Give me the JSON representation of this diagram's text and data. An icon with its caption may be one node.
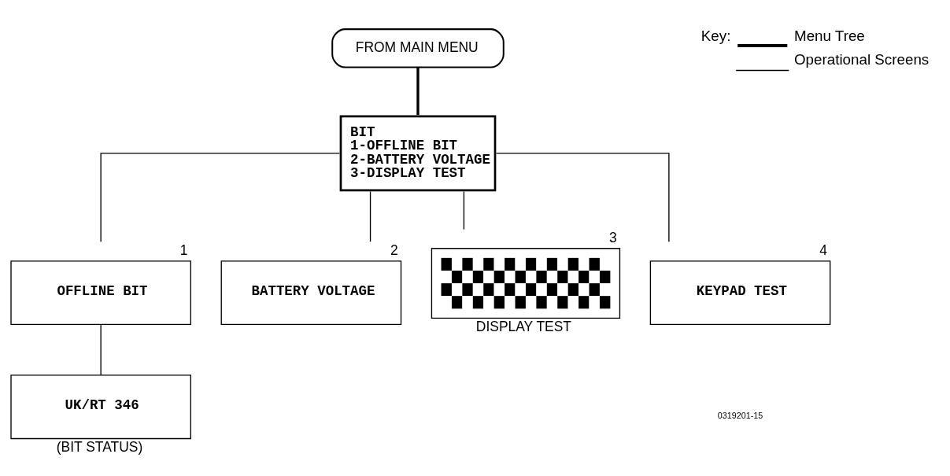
{
  "diagram": {
    "nodes": [
      {
        "text": [
          "FROM MAIN MENU"
        ]
      },
      {
        "text": [
          "BIT",
          "1-OFFLINE BIT",
          "2-BATTERY VOLTAGE",
          "3-DISPLAY TEST"
        ]
      },
      {
        "text": [
          "OFFLINE BIT"
        ],
        "beside": [
          "1"
        ]
      },
      {
        "text": [
          "BATTERY VOLTAGE"
        ],
        "beside": [
          "2"
        ]
      },
      {
        "text": [],
        "shape": "picture",
        "beside": [
          "3",
          "DISPLAY TEST"
        ]
      },
      {
        "text": [
          "KEYPAD TEST"
        ],
        "beside": [
          "4"
        ]
      },
      {
        "text": [
          "UK/RT 346"
        ],
        "beside": [
          "(BIT STATUS)"
        ]
      }
    ],
    "edges": [
      {
        "from": 0,
        "to": 1,
        "arrow": "none",
        "style": "thick"
      },
      {
        "from": 1,
        "to": 2,
        "arrow": "none"
      },
      {
        "from": 1,
        "to": 3,
        "arrow": "none"
      },
      {
        "from": 1,
        "to": 4,
        "arrow": "none"
      },
      {
        "from": 1,
        "to": 5,
        "arrow": "none"
      },
      {
        "from": 2,
        "to": 6,
        "arrow": "none"
      }
    ],
    "labels": [
      "Key:",
      "0319201-15"
    ],
    "legend": [
      {
        "text": "Menu Tree"
      },
      {
        "text": "Operational Screens"
      }
    ]
  }
}
